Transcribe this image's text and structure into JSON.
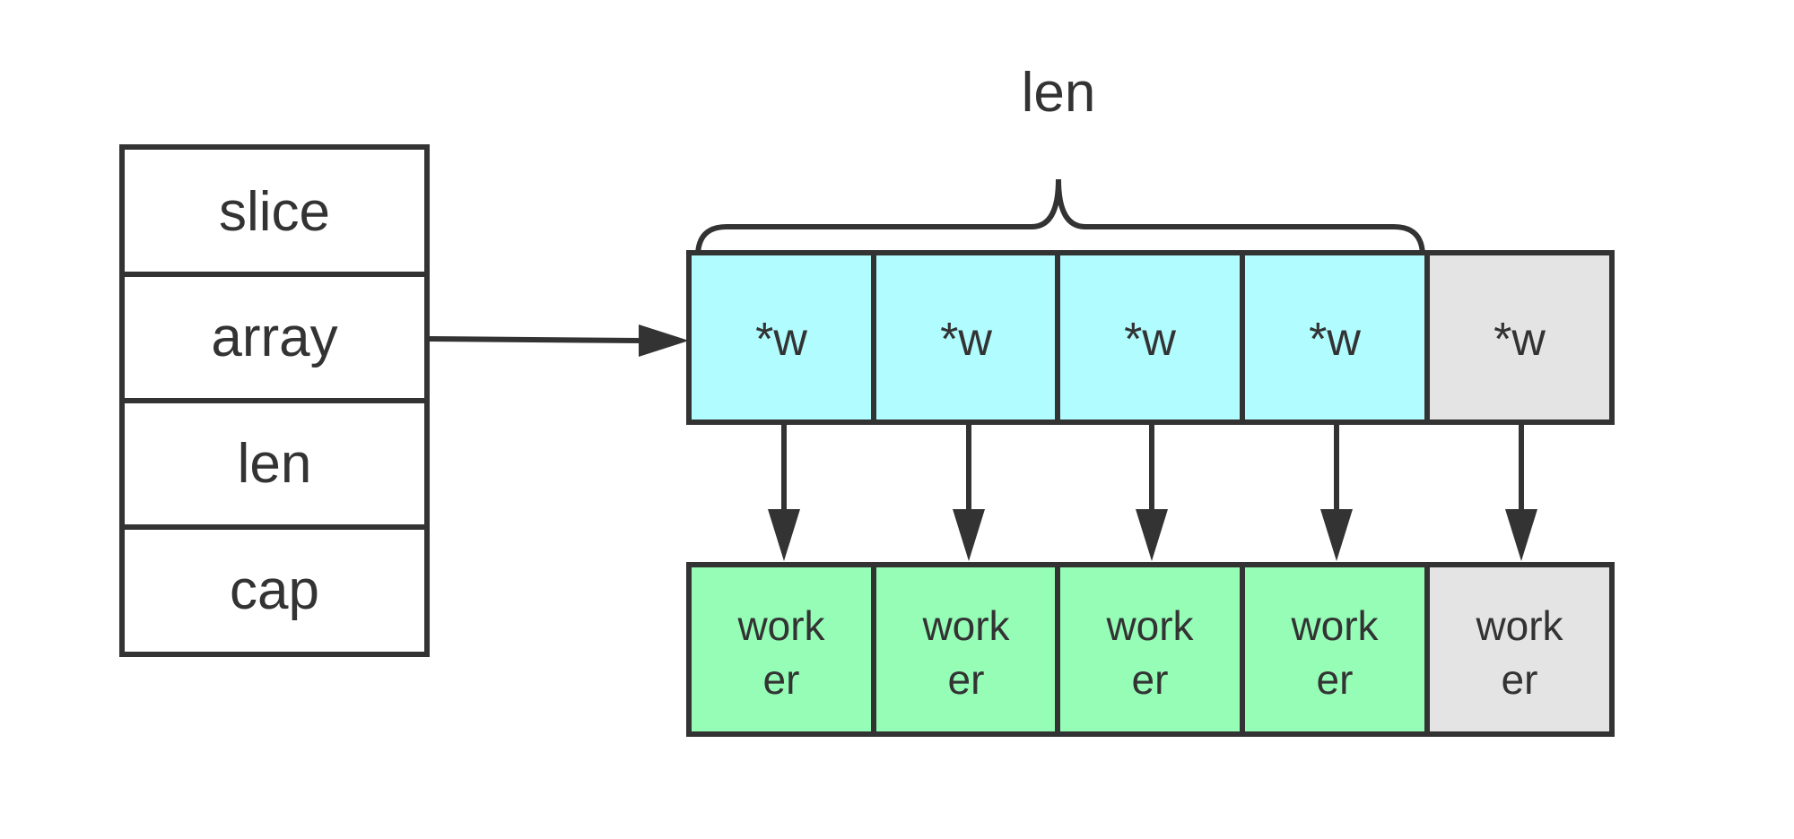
{
  "struct": {
    "fields": [
      "slice",
      "array",
      "len",
      "cap"
    ]
  },
  "brace": {
    "label": "len"
  },
  "pointers": {
    "cells": [
      "*w",
      "*w",
      "*w",
      "*w",
      "*w"
    ],
    "in_len_count": 4
  },
  "workers": {
    "cells": [
      {
        "line1": "work",
        "line2": "er"
      },
      {
        "line1": "work",
        "line2": "er"
      },
      {
        "line1": "work",
        "line2": "er"
      },
      {
        "line1": "work",
        "line2": "er"
      },
      {
        "line1": "work",
        "line2": "er"
      }
    ]
  },
  "colors": {
    "stroke": "#333333",
    "pointer_active": "#b0fcff",
    "worker_active": "#95fdb6",
    "inactive": "#e4e4e4",
    "struct_fill": "#ffffff"
  }
}
